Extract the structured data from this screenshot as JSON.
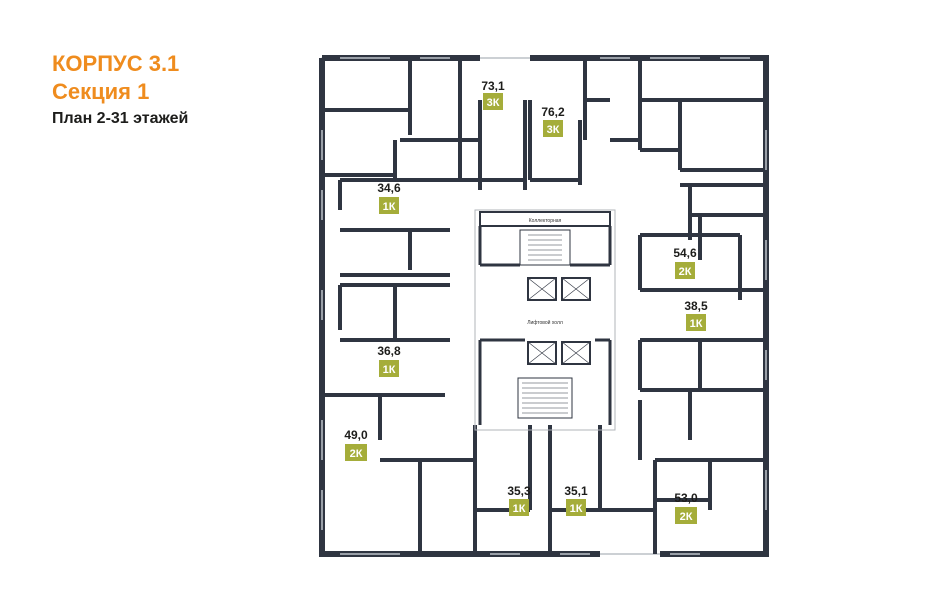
{
  "header": {
    "building": "КОРПУС 3.1",
    "section": "Секция 1",
    "plan": "План 2-31 этажей"
  },
  "colors": {
    "accent": "#ef8c1e",
    "badge": "#a5ad3a",
    "wall": "#2f3541"
  },
  "labels": {
    "corridor": "Коллекторная",
    "lift_hall": "Лифтовой холл"
  },
  "apartments": [
    {
      "area": "73,1",
      "type": "3К"
    },
    {
      "area": "76,2",
      "type": "3К"
    },
    {
      "area": "34,6",
      "type": "1К"
    },
    {
      "area": "54,6",
      "type": "2К"
    },
    {
      "area": "38,5",
      "type": "1К"
    },
    {
      "area": "36,8",
      "type": "1К"
    },
    {
      "area": "49,0",
      "type": "2К"
    },
    {
      "area": "35,3",
      "type": "1К"
    },
    {
      "area": "35,1",
      "type": "1К"
    },
    {
      "area": "53,0",
      "type": "2К"
    }
  ]
}
